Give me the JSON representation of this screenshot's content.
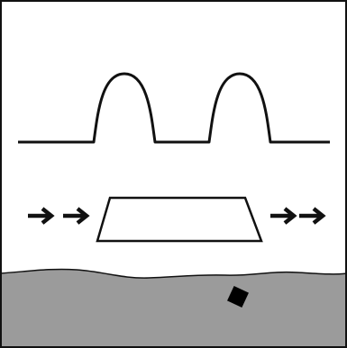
{
  "colors": {
    "background": "#ffffff",
    "stroke": "#111111",
    "ground_fill": "#9b9b9b",
    "block_fill": "#000000"
  },
  "elements": {
    "top_signal": {
      "pulse_count": 2
    },
    "left_arrows": {
      "count": 2,
      "direction": "right"
    },
    "right_arrows": {
      "count": 2,
      "direction": "right"
    },
    "trapezoid": {
      "shape": "trapezoid"
    },
    "ground": {
      "shape": "wavy-top-region"
    },
    "block": {
      "shape": "rotated-square"
    }
  }
}
